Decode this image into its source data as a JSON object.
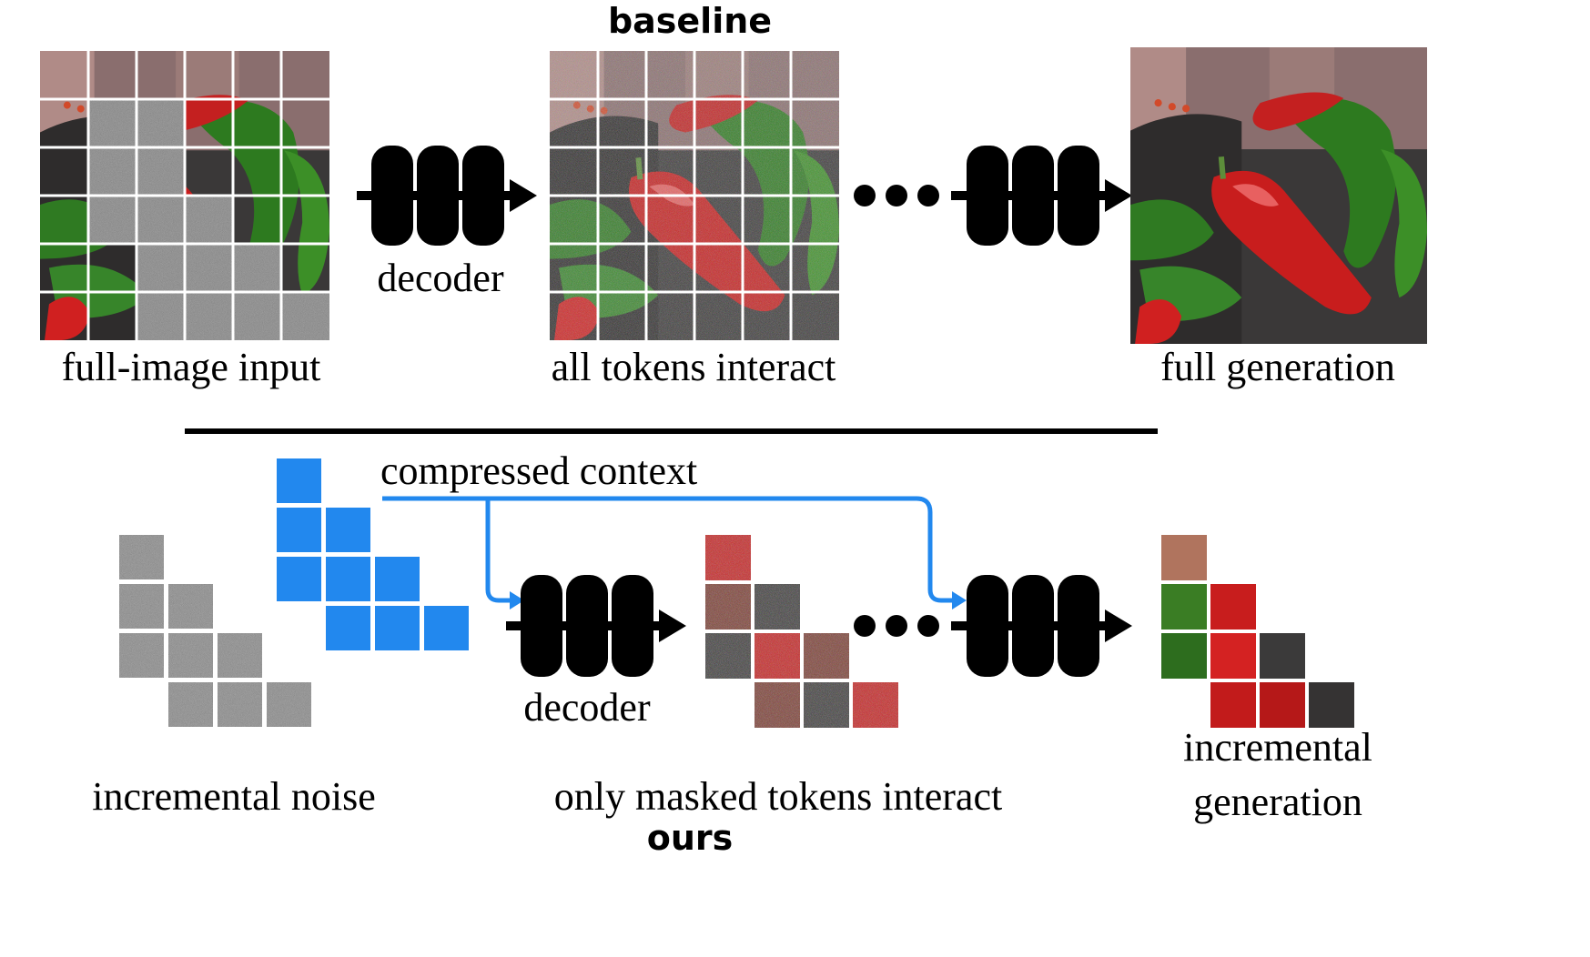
{
  "labels": {
    "baseline": "baseline",
    "ours": "ours",
    "decoder_top": "decoder",
    "decoder_bottom": "decoder",
    "full_image_input": "full-image input",
    "all_tokens_interact": "all tokens interact",
    "full_generation": "full generation",
    "compressed_context": "compressed context",
    "incremental_noise": "incremental noise",
    "only_masked_tokens_interact": "only masked tokens interact",
    "incremental_generation_line1": "incremental",
    "incremental_generation_line2": "generation"
  },
  "colors": {
    "context_blue": "#2288ee",
    "noise_gray": "#6b6b6b",
    "pepper_red": "#c81d1d",
    "pepper_green": "#2d7a1f",
    "background_dark": "#3a3838",
    "block_black": "#000000"
  },
  "icons": {
    "decoder_block": "three-stacked-rounded-blocks-with-arrow",
    "ellipsis": "three-dots"
  }
}
